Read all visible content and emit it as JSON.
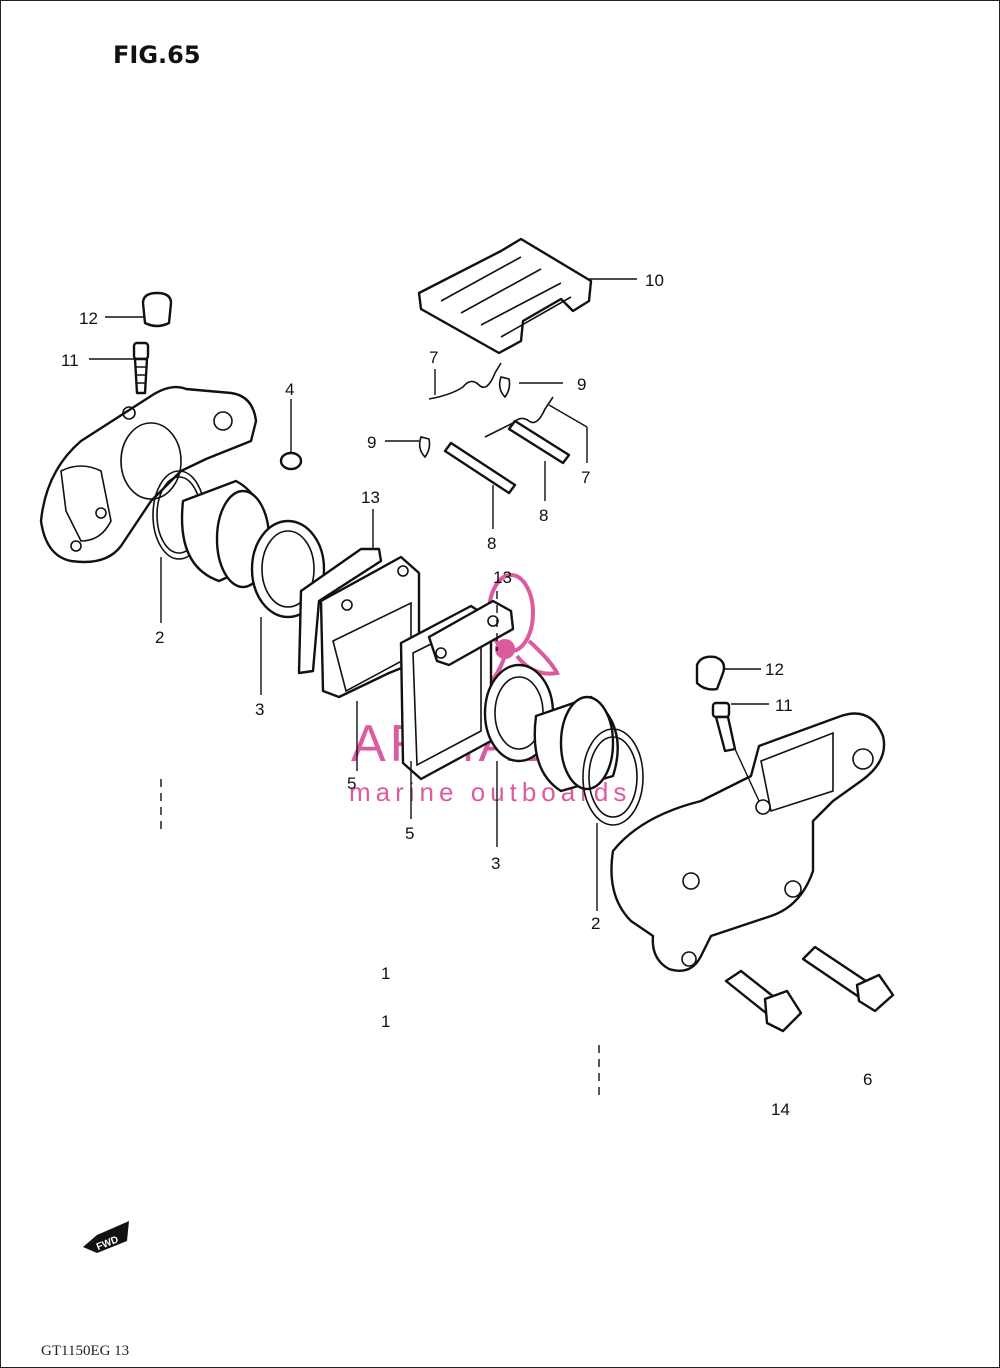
{
  "figure": {
    "title": "FIG.65"
  },
  "footer": {
    "code": "GT1150EG 13"
  },
  "watermark": {
    "brand": "ARMADA",
    "tagline": "marine outboards",
    "color": "#d63f8f"
  },
  "fwd_arrow": {
    "text": "FWD"
  },
  "callouts": {
    "c1": "1",
    "c1b": "1",
    "c2a": "2",
    "c2b": "2",
    "c3a": "3",
    "c3b": "3",
    "c4": "4",
    "c5a": "5",
    "c5b": "5",
    "c6": "6",
    "c7a": "7",
    "c7b": "7",
    "c8a": "8",
    "c8b": "8",
    "c9a": "9",
    "c9b": "9",
    "c10": "10",
    "c11a": "11",
    "c11b": "11",
    "c12a": "12",
    "c12b": "12",
    "c13a": "13",
    "c13b": "13",
    "c14": "14"
  }
}
